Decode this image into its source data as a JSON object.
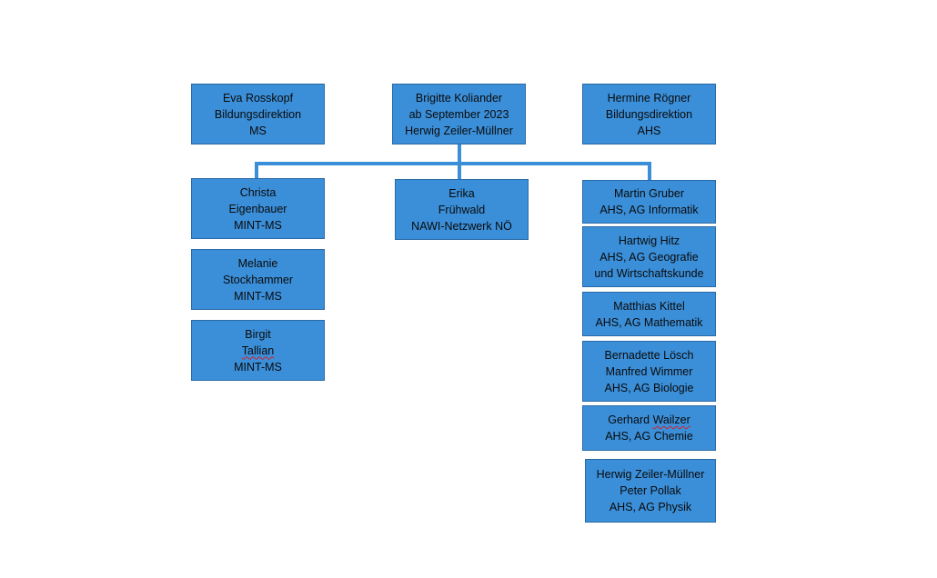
{
  "colors": {
    "box_fill": "#3b8fd9",
    "box_border": "#2a6aa6",
    "connector": "#3b8fd9",
    "text": "#0a0a0a",
    "spellcheck": "#d0202a"
  },
  "top_row": {
    "left": {
      "lines": [
        "Eva Rosskopf",
        "Bildungsdirektion",
        "MS"
      ]
    },
    "center": {
      "lines": [
        "Brigitte Koliander",
        "ab September 2023",
        "Herwig Zeiler-Müllner"
      ]
    },
    "right": {
      "lines": [
        "Hermine Rögner",
        "Bildungsdirektion",
        "AHS"
      ]
    }
  },
  "left_column": [
    {
      "lines": [
        "Christa",
        "Eigenbauer",
        "MINT-MS"
      ]
    },
    {
      "lines": [
        "Melanie",
        "Stockhammer",
        "MINT-MS"
      ]
    },
    {
      "lines": [
        "Birgit",
        "Tallian",
        "MINT-MS"
      ]
    }
  ],
  "center_column": [
    {
      "lines": [
        "Erika",
        "Frühwald",
        "NAWI-Netzwerk NÖ"
      ]
    }
  ],
  "right_column": [
    {
      "lines": [
        "Martin Gruber",
        "AHS, AG Informatik"
      ]
    },
    {
      "lines": [
        "Hartwig Hitz",
        "AHS,  AG Geografie",
        "und Wirtschaftskunde"
      ]
    },
    {
      "lines": [
        "Matthias Kittel",
        "AHS, AG Mathematik"
      ]
    },
    {
      "lines": [
        "Bernadette Lösch",
        "Manfred Wimmer",
        "AHS, AG Biologie"
      ]
    },
    {
      "lines": [
        "Gerhard ",
        "Wailzer",
        "AHS, AG Chemie"
      ]
    },
    {
      "lines": [
        "Herwig Zeiler-Müllner",
        "Peter Pollak",
        "AHS, AG Physik"
      ]
    }
  ]
}
